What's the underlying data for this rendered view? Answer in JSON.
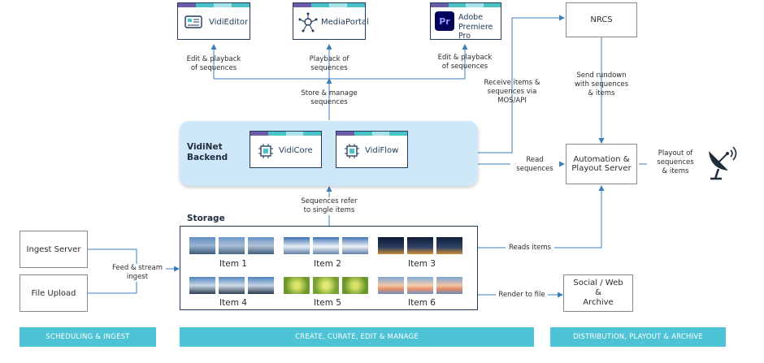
{
  "apps": {
    "vidieditor": "VidiEditor",
    "mediaportal": "MediaPortal",
    "premiere_line1": "Adobe",
    "premiere_line2": "Premiere Pro",
    "premiere_logo": "Pr",
    "nrcs": "NRCS"
  },
  "labels": {
    "edit_playback_1": [
      "Edit & playback",
      "of sequences"
    ],
    "playback": [
      "Playback of",
      "sequences"
    ],
    "edit_playback_2": [
      "Edit & playback",
      "of sequences"
    ],
    "store_manage": [
      "Store & manage",
      "sequences"
    ],
    "receive_items": [
      "Receive items &",
      "sequences via",
      "MOS/API"
    ],
    "send_rundown": [
      "Send rundown",
      "with sequences",
      "& items"
    ],
    "read_sequences": [
      "Read",
      "sequences"
    ],
    "playout_of": [
      "Playout of",
      "sequences",
      "& items"
    ],
    "sequences_refer": [
      "Sequences refer",
      "to single items"
    ],
    "feed_stream": [
      "Feed & stream",
      "ingest"
    ],
    "reads_items": "Reads items",
    "render_to_file": "Render to file"
  },
  "backend": {
    "title_line1": "VidiNet",
    "title_line2": "Backend",
    "vidicore": "VidiCore",
    "vidiflow": "VidiFlow"
  },
  "automation": [
    "Automation  &",
    "Playout Server"
  ],
  "storage": {
    "title": "Storage",
    "items": [
      "Item 1",
      "Item 2",
      "Item 3",
      "Item 4",
      "Item 5",
      "Item 6"
    ]
  },
  "ingest": {
    "ingest_server": "Ingest Server",
    "file_upload": "File Upload"
  },
  "social": [
    "Social / Web",
    "&",
    "Archive"
  ],
  "banners": {
    "left": "SCHEDULING & INGEST",
    "middle": "CREATE, CURATE, EDIT & MANAGE",
    "right": "DISTRIBUTION,  PLAYOUT & ARCHIVE"
  },
  "colors": {
    "banner": "#4fc3d6",
    "backend": "#cfe8f8",
    "stripe_purple": "#6b5ba8",
    "stripe_teal": "#49c2c8",
    "stripe_light": "#a7e3e8",
    "dark_blue": "#1f3a5a",
    "arrow": "#3b7ebd"
  }
}
